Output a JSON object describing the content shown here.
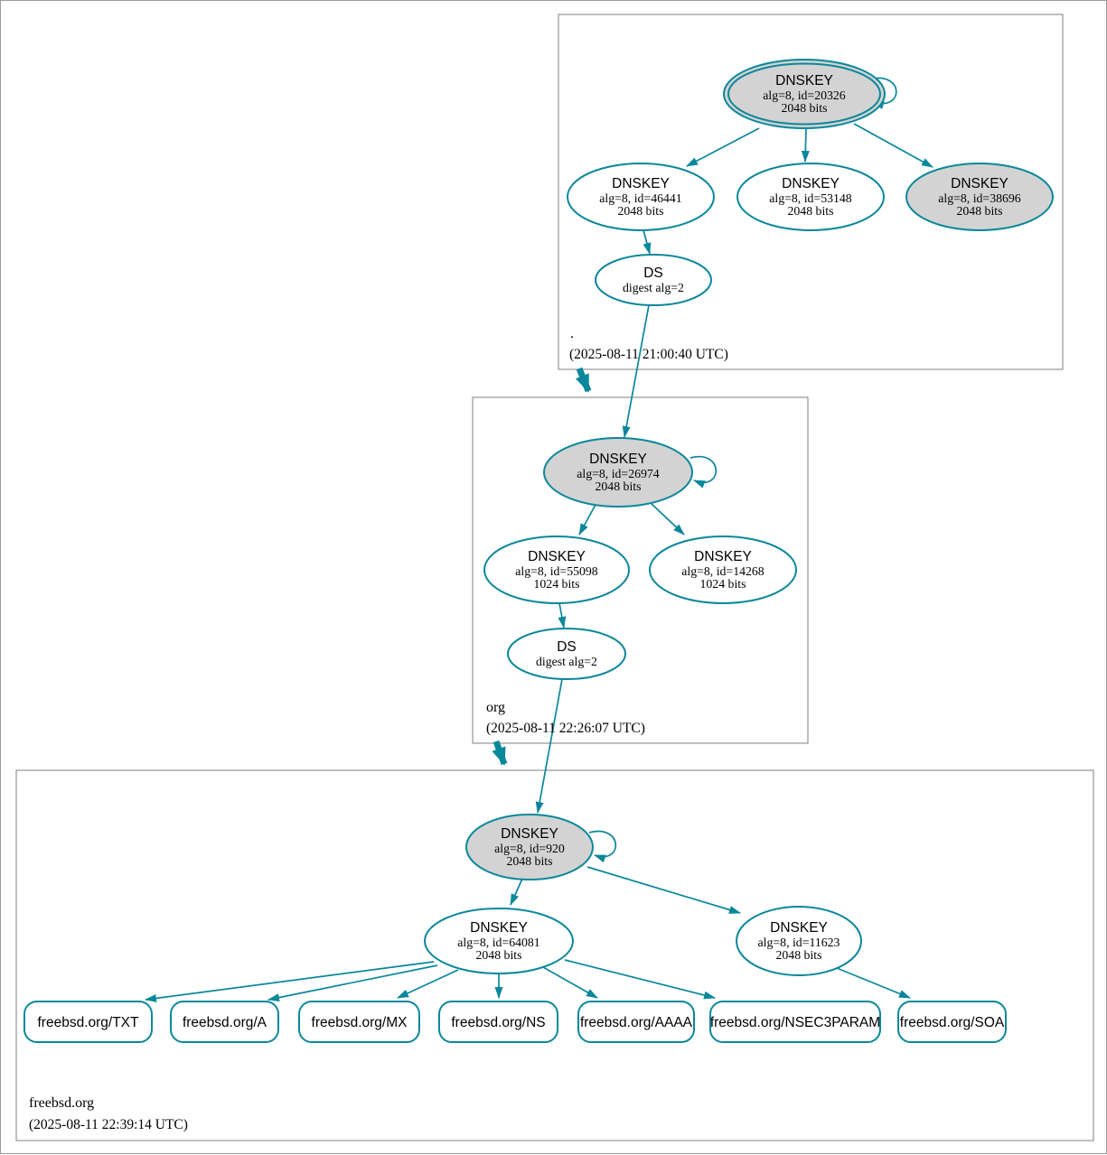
{
  "diagram": {
    "kind": "DNSSEC authentication chain graph",
    "colors": {
      "secure_edge": "#0a879a",
      "ksk_fill": "#d3d3d3",
      "node_fill": "#ffffff",
      "cluster_border": "#7f7f7f",
      "text": "#000000"
    }
  },
  "zones": [
    {
      "name": ".",
      "timestamp": "(2025-08-11 21:00:40 UTC)"
    },
    {
      "name": "org",
      "timestamp": "(2025-08-11 22:26:07 UTC)"
    },
    {
      "name": "freebsd.org",
      "timestamp": "(2025-08-11 22:39:14 UTC)"
    }
  ],
  "nodes": {
    "root_ksk": {
      "type": "DNSKEY",
      "detail": "alg=8, id=20326",
      "bits": "2048 bits"
    },
    "root_zsk1": {
      "type": "DNSKEY",
      "detail": "alg=8, id=46441",
      "bits": "2048 bits"
    },
    "root_zsk2": {
      "type": "DNSKEY",
      "detail": "alg=8, id=53148",
      "bits": "2048 bits"
    },
    "root_key3": {
      "type": "DNSKEY",
      "detail": "alg=8, id=38696",
      "bits": "2048 bits"
    },
    "root_ds": {
      "type": "DS",
      "detail": "digest alg=2"
    },
    "org_ksk": {
      "type": "DNSKEY",
      "detail": "alg=8, id=26974",
      "bits": "2048 bits"
    },
    "org_zsk1": {
      "type": "DNSKEY",
      "detail": "alg=8, id=55098",
      "bits": "1024 bits"
    },
    "org_zsk2": {
      "type": "DNSKEY",
      "detail": "alg=8, id=14268",
      "bits": "1024 bits"
    },
    "org_ds": {
      "type": "DS",
      "detail": "digest alg=2"
    },
    "fbsd_ksk": {
      "type": "DNSKEY",
      "detail": "alg=8, id=920",
      "bits": "2048 bits"
    },
    "fbsd_zsk1": {
      "type": "DNSKEY",
      "detail": "alg=8, id=64081",
      "bits": "2048 bits"
    },
    "fbsd_zsk2": {
      "type": "DNSKEY",
      "detail": "alg=8, id=11623",
      "bits": "2048 bits"
    }
  },
  "rrsets": [
    {
      "label": "freebsd.org/TXT"
    },
    {
      "label": "freebsd.org/A"
    },
    {
      "label": "freebsd.org/MX"
    },
    {
      "label": "freebsd.org/NS"
    },
    {
      "label": "freebsd.org/AAAA"
    },
    {
      "label": "freebsd.org/NSEC3PARAM"
    },
    {
      "label": "freebsd.org/SOA"
    }
  ]
}
